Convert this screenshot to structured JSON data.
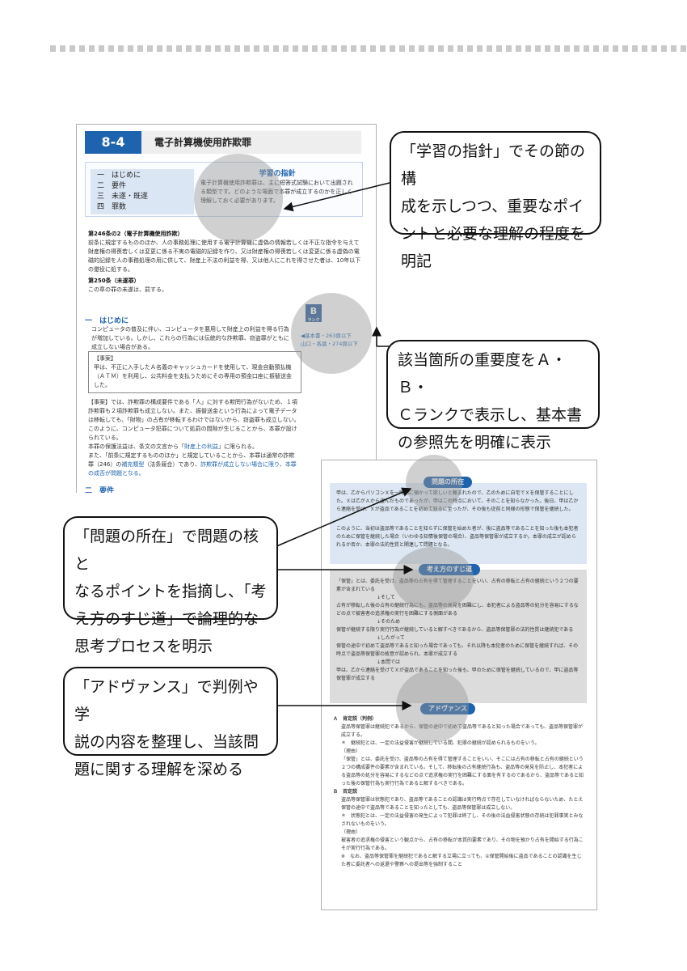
{
  "page1": {
    "section_number": "8-4",
    "section_title": "電子計算機使用詐欺罪",
    "toc": [
      "一　はじめに",
      "二　要件",
      "三　未遂・既遂",
      "四　罪数"
    ],
    "guideline_heading": "学習の指針",
    "guideline_text": "電子計算機使用詐欺罪は、主に短答式試験において出題される類型です。どのような場面で本罪が成立するのかを正しく理解しておく必要があります。",
    "article1_head": "第246条の2（電子計算機使用詐欺）",
    "article1_text": "前条に規定するもののほか、人の事務処理に使用する電子計算機に虚偽の情報若しくは不正な指令を与えて財産権の得喪若しくは変更に係る不実の電磁的記録を作り、又は財産権の得喪若しくは変更に係る虚偽の電磁的記録を人の事務処理の用に供して、財産上不法の利益を得、又は他人にこれを得させた者は、10年以下の懲役に処する。",
    "article2_head": "第250条（未遂罪）",
    "article2_text": "この章の罪の未遂は、罰する。",
    "section1_heading": "一　はじめに",
    "section1_text": "コンピュータの普及に伴い、コンピュータを悪用して財産上の利益を得る行為が増加している。しかし、これらの行為には伝統的な詐欺罪、窃盗罪がともに成立しない場合がある。",
    "case_label": "【事案】",
    "case_text": "甲は、不正に入手したＡ名義のキャッシュカードを使用して、現金自動預払機（ＡＴＭ）を利用し、公共料金を支払うためにその専用の預金口座に振替送金した。",
    "body_para1": "【事案】では、詐欺罪の構成要件である「人」に対する欺罔行為がないため、１項詐欺罪も２項詐欺罪も成立しない。また、振替送金という行為によって電子データは移転しても、「財物」の占有が移転するわけではないから、窃盗罪も成立しない。このように、コンピュータ犯罪について処罰の間隙が生じることから、本罪が設けられている。",
    "body_para2_pre": "本罪の保護法益は、条文の文言から「",
    "body_para2_link": "財産上の利益",
    "body_para2_post": "」に限られる。",
    "body_para3_pre": "また、「前条に規定するもののほか」と規定していることから、本罪は通常の詐欺罪（246）の",
    "body_para3_link": "補充類型",
    "body_para3_mid": "（法条競合）であり、",
    "body_para3_link2": "詐欺罪が成立しない場合に限り、本罪の成否が問題となる。",
    "section2_heading": "二　要件",
    "rank_letter": "B",
    "rank_sub": "ランク",
    "ref_line1": "◀基本書・263頁以下",
    "ref_line2": "山口・各論・274頁以下"
  },
  "page2": {
    "problem_label": "問題の所在",
    "problem_text1": "甲は、乙からパソコンＸを一時的に預かって欲しいと頼まれたので、乙のために自宅でＸを保管することにした。Ｘは乙がＡから盗んだものであったが、甲はこの時点において、そのことを知らなかった。後日、甲は乙から連絡を受け、Ｘが盗品であることを初めて知るに至ったが、その後も従前と同様の形態で保管を継続した。",
    "problem_text2": "このように、当初は盗品等であることを知らずに保管を始めた者が、後に盗品等であることを知った後も本犯者のために保管を継続した場合（いわゆる知情後保管の場合）、盗品等保管罪が成立するか。本罪の成立が認められるか否か、本罪の法的性質と関連して問題となる。",
    "reasoning_label": "考え方のすじ道",
    "reasoning_steps": [
      "「保管」とは、委託を受け、盗品等の占有を得て管理することをいい、占有の移転と占有の継続という２つの要素が含まれている",
      "↓そして",
      "占有が移転した後の占有の継続行為にも、盗品等の発見を困難にし、本犯者による盗品等の処分を容易にするなどの点で被害者の追求権の実行を困難にする側面がある",
      "↓そのため",
      "保管が継続する限り実行行為が継続していると解すべきであるから、盗品等保管罪の法的性質は継続犯である",
      "↓したがって",
      "保管の途中で初めて盗品等であると知った場合であっても、それ以降も本犯者のために保管を継続すれば、その時点で盗品等保管罪の故意が認められ、本罪が成立する",
      "↓本問では",
      "甲は、乙から連絡を受けてＸが盗品であることを知った後も、甲のために保管を継続しているので、甲に盗品等保管罪が成立する"
    ],
    "advance_label": "アドヴァンス",
    "advance_lines": [
      "Ａ　肯定説（判例）",
      "盗品等保管罪は継続犯であるから、保管の途中で初めて盗品等であると知った場合であっても、盗品等保管罪が成立する。",
      "＊　継続犯とは、一定の法益侵害が継続している間、犯罪の継続が認められるものをいう。",
      "（理由）",
      "「保管」とは、委託を受け、盗品等の占有を得て管理することをいい、そこには占有の移転と占有の継続という２つの構成要件の要素が含まれている。そして、移転後の占有継続行為も、盗品等の発見を防止し、本犯者による盗品等の処分を容易にするなどの点で追求権の実行を困難にする面を有するのであるから、盗品等であると知った後の保管行為も実行行為であると解するべきである。",
      "Ｂ　否定説",
      "盗品等保管罪は状態犯であり、盗品等であることの認識は実行時点で存在していなければならないため、たとえ保管の途中で盗品等であることを知ったとしても、盗品等保管罪は成立しない。",
      "＊　状態犯とは、一定の法益侵害の発生によって犯罪は終了し、その後の法益侵害状態の存続は犯罪事実とみなされないものをいう。",
      "（理由）",
      "被害者の追求権の侵害という観点から、占有の移転が本質的要素であり、その物を預かり占有を開始する行為こそが実行行為である。",
      "※　なお、盗品等保管罪を継続犯であると解する立場に立っても、①保管開始後に盗品であることの認識を生じた者に委託者への返還や警察への提出等を強制すること"
    ]
  },
  "callouts": {
    "c1": [
      "「学習の指針」でその節の構",
      "成を示しつつ、重要なポイ",
      "ントと必要な理解の程度を",
      "明記"
    ],
    "c2": [
      "該当箇所の重要度をＡ・Ｂ・",
      "Ｃランクで表示し、基本書",
      "の参照先を明確に表示"
    ],
    "c3": [
      "「問題の所在」で問題の核と",
      "なるポイントを指摘し、「考",
      "え方のすじ道」で論理的な",
      "思考プロセスを明示"
    ],
    "c4": [
      "「アドヴァンス」で判例や学",
      "説の内容を整理し、当該問",
      "題に関する理解を深める"
    ]
  },
  "colors": {
    "brand_blue": "#1e63ae",
    "toc_bg": "#dbe6f5",
    "problem_bg": "#dce7f3",
    "reasoning_bg": "#dcdcdc",
    "highlight_circle": "#969696"
  }
}
